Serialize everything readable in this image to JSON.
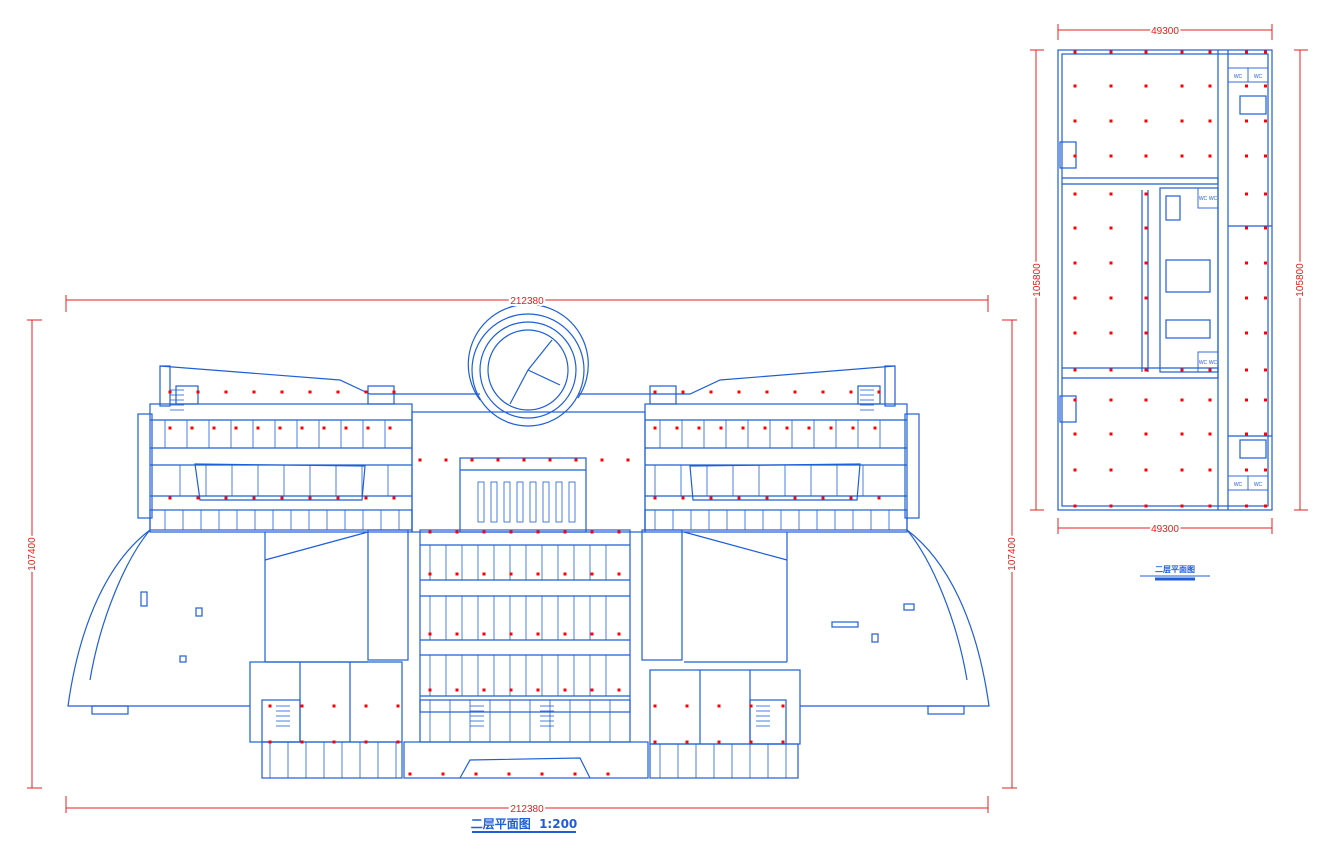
{
  "colors": {
    "line": "#1f5fd6",
    "dimension": "#e02020",
    "column": "#ff0000",
    "background": "#ffffff"
  },
  "main_plan": {
    "title": "二层平面图  1:200",
    "width_label_top": "212380",
    "width_label_bottom": "212380",
    "height_label_left": "107400",
    "height_label_right": "107400"
  },
  "side_plan": {
    "title": "二层平面图",
    "width_label_top": "49300",
    "width_label_bottom": "49300",
    "height_label_left": "105800",
    "height_label_right": "105800",
    "wc_labels": [
      "WC",
      "WC",
      "WC",
      "WC",
      "WC",
      "WC",
      "WC",
      "WC"
    ]
  }
}
